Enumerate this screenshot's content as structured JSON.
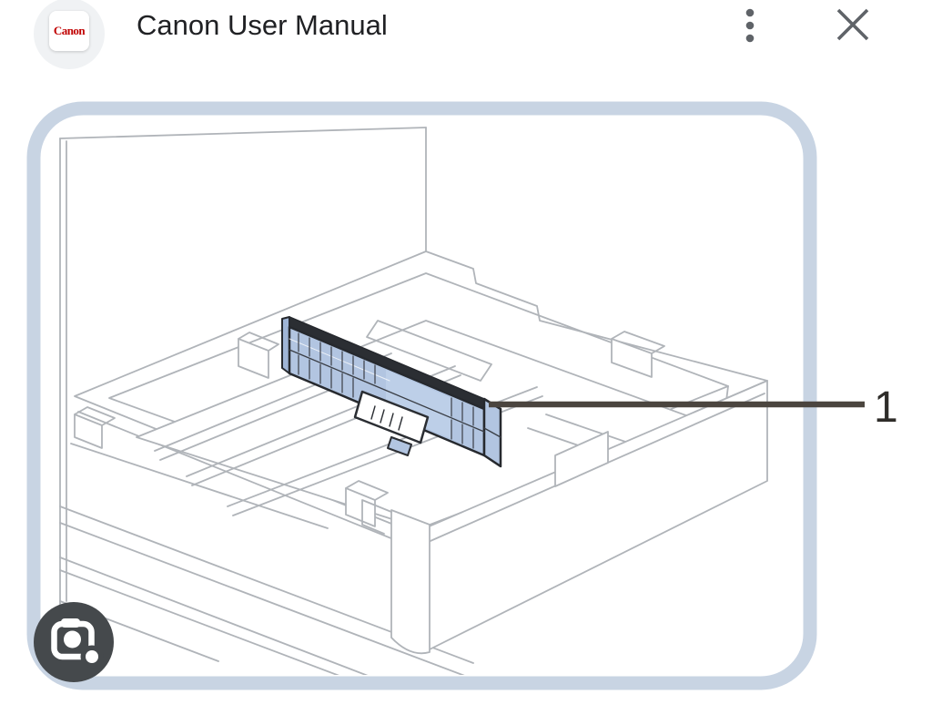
{
  "header": {
    "logo_text": "Canon",
    "title": "Canon User Manual"
  },
  "figure": {
    "callout_label": "1",
    "subject": "printer paper cassette diagram with paper size guide highlighted",
    "frame_color": "#c8d4e3",
    "highlight_fill": "#b2c5e1",
    "highlight_plate_fill": "#bdcfe8",
    "highlight_outline": "#26292e",
    "callout_line_color": "#4b453f",
    "callout_label_color": "#2e2c29",
    "line_art_color": "#b0b4b9"
  },
  "lens_button": {
    "background": "#45494c",
    "glyph_color": "#ffffff"
  },
  "colors": {
    "icon_gray": "#5f6368",
    "title_color": "#202124",
    "canon_red": "#c00000",
    "page_background": "#ffffff"
  }
}
